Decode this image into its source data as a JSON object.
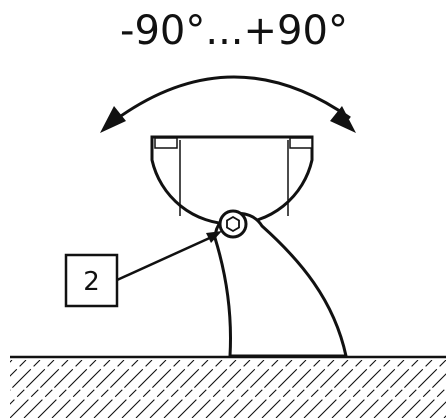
{
  "figure": {
    "rotation_label": "-90°...+90°",
    "callout": {
      "number": "2"
    },
    "colors": {
      "stroke": "#111111",
      "fill": "#ffffff",
      "background": "#ffffff"
    },
    "icons": {
      "rotation_arrow": "double-headed-curved-arrow",
      "screw": "hex-socket-screw",
      "ground": "hatched-ground"
    }
  }
}
